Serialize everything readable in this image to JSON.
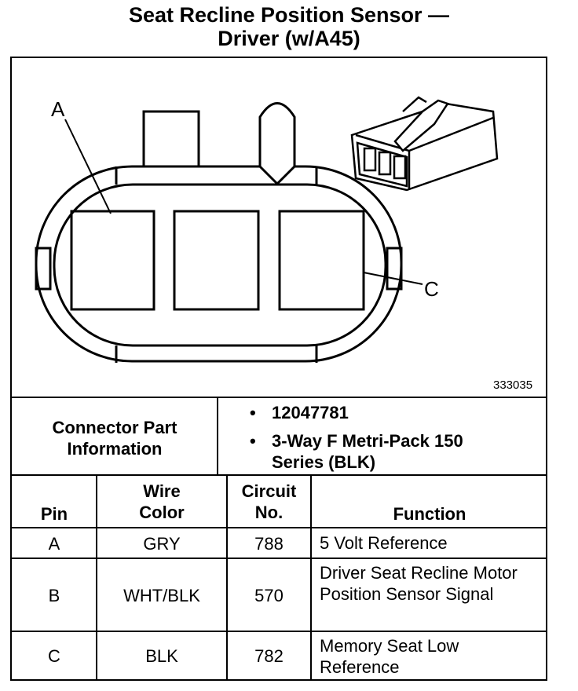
{
  "title_line1": "Seat Recline Position Sensor —",
  "title_line2": "Driver (w/A45)",
  "figure_number": "333035",
  "callouts": {
    "a": "A",
    "c": "C"
  },
  "connector_info": {
    "label": "Connector Part Information",
    "items": [
      "12047781",
      "3-Way F Metri-Pack 150 Series (BLK)"
    ]
  },
  "table": {
    "headers": {
      "pin": "Pin",
      "wire_color": "Wire Color",
      "circuit": "Circuit No.",
      "function": "Function"
    },
    "rows": [
      {
        "pin": "A",
        "wire_color": "GRY",
        "circuit": "788",
        "function": "5 Volt Reference"
      },
      {
        "pin": "B",
        "wire_color": "WHT/BLK",
        "circuit": "570",
        "function": "Driver Seat Recline Motor Position Sensor Signal"
      },
      {
        "pin": "C",
        "wire_color": "BLK",
        "circuit": "782",
        "function": "Memory Seat Low Reference"
      }
    ]
  }
}
